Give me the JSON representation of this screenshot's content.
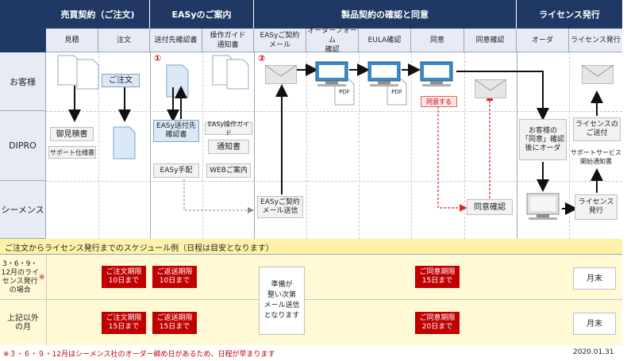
{
  "header": {
    "groups": [
      "売買契約（ご注文)",
      "EASyのご案内",
      "製品契約の確認と同意",
      "ライセンス発行"
    ],
    "subcols": [
      "見積",
      "注文",
      "送付先確認書",
      "操作ガイド\n通知書",
      "EASyご契約\nメール",
      "オーダーフォーム\n確認",
      "EULA確認",
      "同意",
      "同意確認",
      "オーダ",
      "ライセンス発行"
    ]
  },
  "rows": [
    "お客様",
    "DIPRO",
    "シーメンス"
  ],
  "markers": [
    "①",
    "②"
  ],
  "boxes": {
    "order": "ご注文",
    "estimate": "御見積書",
    "support_spec": "サポート仕様書",
    "easy_address": "EASy送付先\n確認書",
    "easy_guide": "EASy操作ガイド",
    "notice": "通知書",
    "easy_setup": "EASy手配",
    "web_info": "WEBご案内",
    "easy_mail_send": "EASyご契約\nメール送信",
    "consent": "同意する",
    "consent_confirm": "同意確認",
    "customer_order": "お客様の\n「同意」確認\n後にオーダ",
    "license_send": "ライセンスの\nご送付",
    "support_notice": "サポートサービス\n開始通知書",
    "license_issue": "ライセンス\n発行",
    "pdf": "PDF"
  },
  "schedule": {
    "title": "ご注文からライセンス発行までのスケジュール例（日程は目安となります）",
    "row1_label": "3・6・9・\n12月のライ\nセンス発行\nの場合",
    "row1_mark": "※",
    "row2_label": "上記以外\nの月",
    "row1_order": "ご注文期限\n10日まで",
    "row1_return": "ご返送期限\n10日まで",
    "row1_consent": "ご同意期限\n15日まで",
    "row2_order": "ご注文期限\n15日まで",
    "row2_return": "ご返送期限\n15日まで",
    "row2_consent": "ご同意期限\n20日まで",
    "mail_note": "準備が\n整い次第\nメール送信\nとなります",
    "month_end": "月末"
  },
  "footer": {
    "note": "※３・６・９・12月はシーメンス社のオーダー締め日があるため、日程が早まります",
    "date": "2020.01.31"
  },
  "colors": {
    "header_bg": "#1f3864",
    "accent_red": "#c00000",
    "schedule_title_bg": "#fff2a8",
    "box_blue": "#dbe8f6"
  }
}
